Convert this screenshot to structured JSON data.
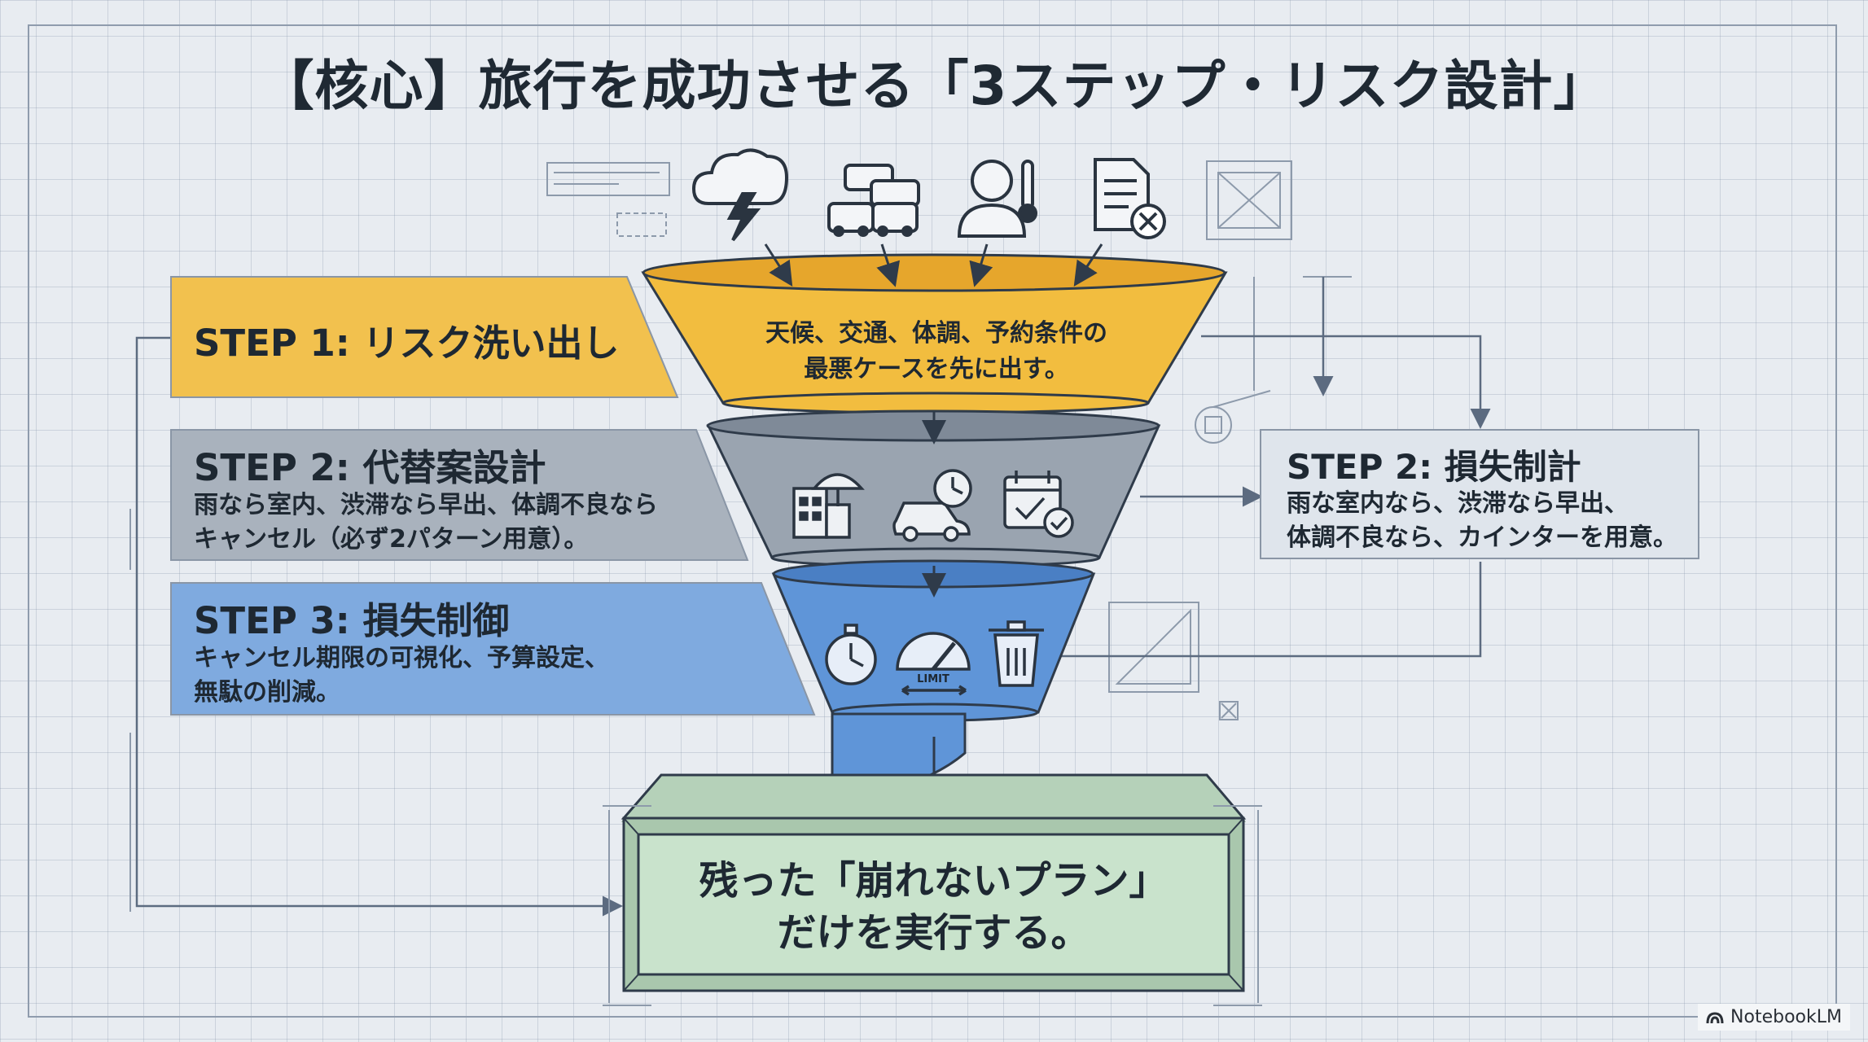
{
  "title": "【核心】旅行を成功させる「3ステップ・リスク設計」",
  "funnel": {
    "top_text_1": "天候、交通、体調、予約条件の",
    "top_text_2": "最悪ケースを先に出す。",
    "top_icons": [
      "storm-cloud-icon",
      "traffic-cars-icon",
      "sick-person-thermometer-icon",
      "cancelled-document-icon"
    ],
    "middle_icons": [
      "building-umbrella-icon",
      "car-clock-icon",
      "calendar-check-icon"
    ],
    "bottom_icons": [
      "stopwatch-icon",
      "speed-gauge-icon",
      "trash-bin-icon"
    ],
    "gauge_label": "LIMIT"
  },
  "steps": [
    {
      "title": "STEP 1: リスク洗い出し",
      "body": [],
      "color": "#f2c14e"
    },
    {
      "title": "STEP 2: 代替案設計",
      "body": [
        "雨なら室内、渋滞なら早出、体調不良なら",
        "キャンセル（必ず2パターン用意）。"
      ],
      "color": "#a9b2bd"
    },
    {
      "title": "STEP 3: 損失制御",
      "body": [
        "キャンセル期限の可視化、予算設定、",
        "無駄の削減。"
      ],
      "color": "#7faadf"
    }
  ],
  "side_note": {
    "title": "STEP 2: 損失制計",
    "body": [
      "雨な室内なら、渋滞なら早出、",
      "体調不良なら、カインターを用意。"
    ]
  },
  "result": {
    "line1": "残った「崩れないプラン」",
    "line2": "だけを実行する。",
    "color": "#c9e3cc"
  },
  "brand": "NotebookLM"
}
